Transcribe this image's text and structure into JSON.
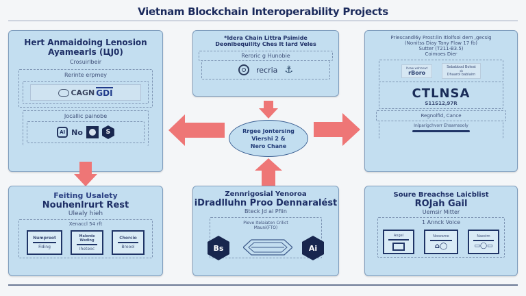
{
  "title": "Vietnam Blockchain Interoperability Projects",
  "colors": {
    "panel_bg": "#c3def0",
    "panel_border": "#7f9dbd",
    "heading": "#1e2f66",
    "arrow": "#ee7676",
    "ellipse_border": "#3d6294",
    "background": "#f4f6f8"
  },
  "center": {
    "lines": [
      "Rrgee Jontersing",
      "Viershi 2 &",
      "Nero Chane"
    ]
  },
  "panels": {
    "top_left": {
      "title_line1": "Hert Anmaidoing Lenosion",
      "title_line2": "Ayamearls (ЦJ0)",
      "subtitle": "Crosuirlbeir",
      "section1_label": "Rerinte erpmey",
      "logo_text": "CAGN",
      "logo_badge": "GDI",
      "section2_label": "Jocallic painobe",
      "icons": [
        "ai-badge-icon",
        "avatar-coin-icon",
        "s-hex-icon"
      ],
      "icon_text_no": "No",
      "icon_text_s": "S",
      "icon_text_ai": "AI"
    },
    "top_center": {
      "title_line1": "*Idera Chain Littra Psimide",
      "title_line2": "Deonibequility Ches It lard Veles",
      "section_label": "Reroric g Hunobie",
      "logo_text": "recria"
    },
    "top_right": {
      "title_line1": "Priescandl6y Prost:lin Itlolfsoi dem ,gecsig",
      "title_line2": "(Nonitss Diay Tany Flaw 17 fb)",
      "title_line3": "Sutter (T211-B3.5)",
      "subtitle": "Coimoes Dier",
      "badge1_top": "Ihraw wdrronwt",
      "badge1_logo": "rBoro",
      "badge2_line1": "Sebabbod Boleat",
      "badge2_line2": "sb",
      "badge2_line3": "Dhaarol bablairn",
      "big_logo": "CTLNSA",
      "big_logo_sub": "S11S12,97R",
      "section2_label": "Regnolfid, Cance",
      "section3_label": "Inlparigchvorr Ehsamsooly"
    },
    "bottom_left": {
      "title_line1": "Feiting Usalety",
      "title_line2": "Nouhenlrurt Rest",
      "subtitle": "Ulealy hieh",
      "section_label": "Xenaccl 54 rft",
      "cards": [
        {
          "top": "Numpreot",
          "bottom": "Fiding"
        },
        {
          "top": "Malorde Weding",
          "bottom": "Iheteoc"
        },
        {
          "top": "Chorcio",
          "bottom": "Breool"
        }
      ]
    },
    "bottom_center": {
      "title_line1": "Zennrigosial Yenoroa",
      "title_line2": "iDradlluhn Proo Dennaralést",
      "subtitle": "Bteck Jd ai Pfiin",
      "section_line1": "Pieve Itelaiaton Crilict",
      "section_line2": "Mauni(FTO)",
      "hex_left": "Bs",
      "hex_right": "Ai"
    },
    "bottom_right": {
      "title_line1": "Soure Breachse Laicblist",
      "title_line2": "ROJah Gail",
      "subtitle": "Uemsir Mitter",
      "section_label": "1 Annck Voice",
      "cards": [
        {
          "top": "Angel"
        },
        {
          "top": "Noozame"
        },
        {
          "top": "Naestm"
        }
      ]
    }
  }
}
